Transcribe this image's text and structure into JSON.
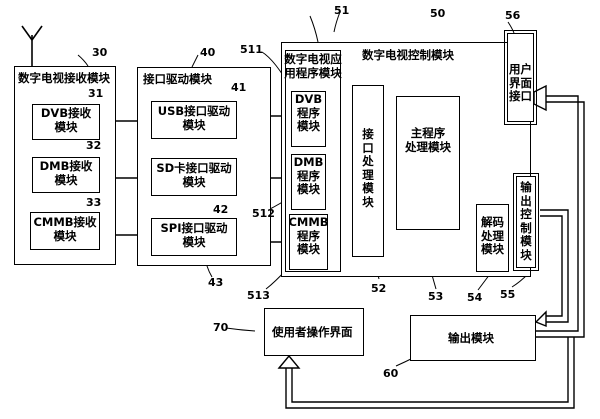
{
  "blocks": {
    "receiver": {
      "title": "数字电视接收模块",
      "ref": "30"
    },
    "dvb_rx": {
      "label": "DVB接收\n模块",
      "ref": "31"
    },
    "dmb_rx": {
      "label": "DMB接收\n模块",
      "ref": "32"
    },
    "cmmb_rx": {
      "label": "CMMB接收\n模块",
      "ref": "33"
    },
    "driver": {
      "title": "接口驱动模块",
      "ref": "40"
    },
    "usb_drv": {
      "label": "USB接口驱动\n模块",
      "ref": "41"
    },
    "sd_drv": {
      "label": "SD卡接口驱动\n模块",
      "ref": "42"
    },
    "spi_drv": {
      "label": "SPI接口驱动\n模块",
      "ref": "43"
    },
    "control": {
      "title": "数字电视控制模块",
      "ref": "50"
    },
    "app": {
      "title": "数字电视应\n用程序模块",
      "ref": "51"
    },
    "dvb_prog": {
      "label": "DVB\n程序\n模块",
      "ref": "511"
    },
    "dmb_prog": {
      "label": "DMB\n程序\n模块",
      "ref": "512"
    },
    "cmmb_prog": {
      "label": "CMMB\n程序\n模块",
      "ref": "513"
    },
    "iface_proc": {
      "label": "接\n口\n处\n理\n模\n块",
      "ref": "52"
    },
    "main_prog": {
      "label": "主程序\n处理模块",
      "ref": "53"
    },
    "decode": {
      "label": "解码\n处理\n模块",
      "ref": "54"
    },
    "out_ctrl": {
      "label": "输\n出\n控\n制\n模\n块",
      "ref": "55"
    },
    "user_iface": {
      "label": "用户\n界面\n接口",
      "ref": "56"
    },
    "output": {
      "label": "输出模块",
      "ref": "60"
    },
    "user_ui": {
      "label": "使用者操作界面",
      "ref": "70"
    }
  }
}
